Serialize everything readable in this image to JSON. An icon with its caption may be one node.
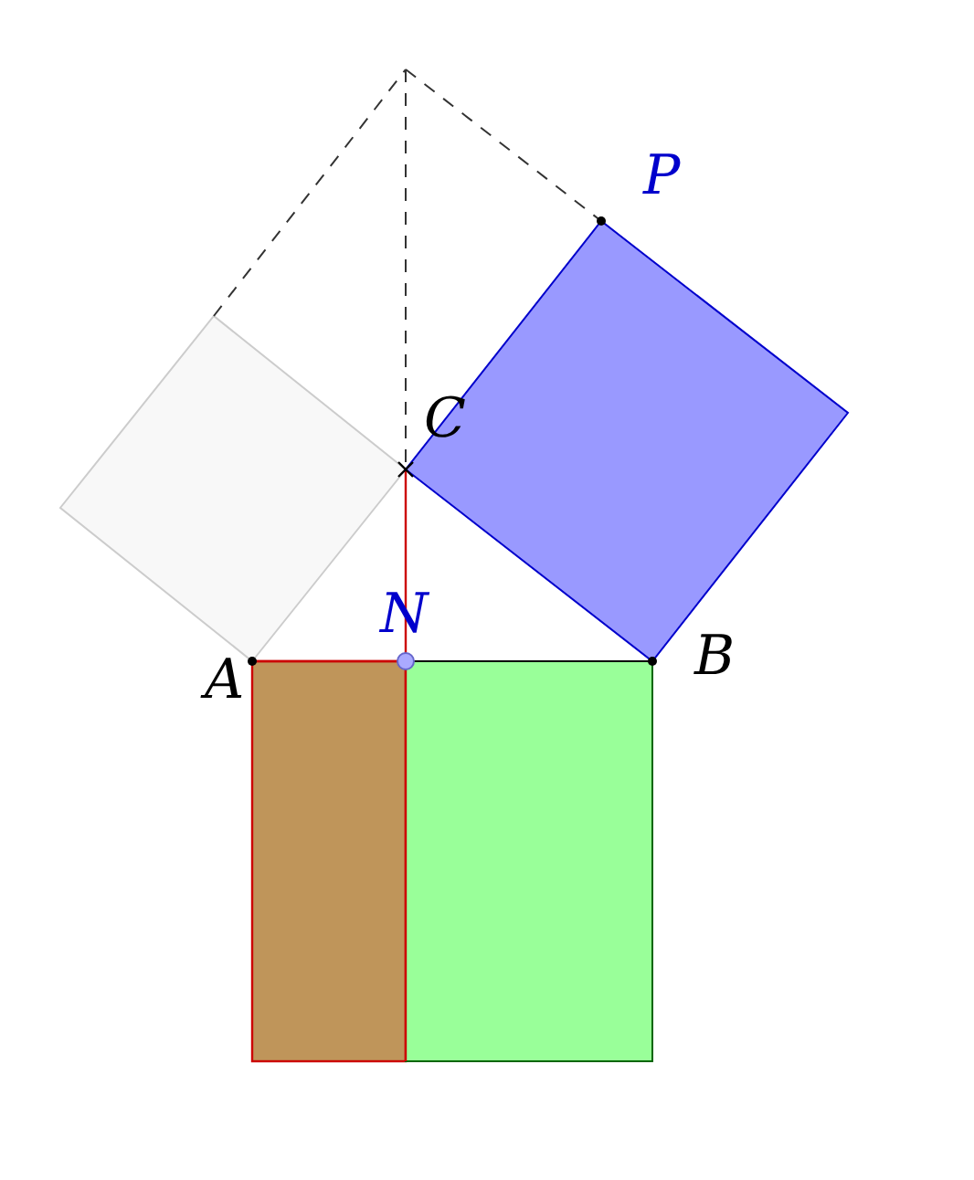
{
  "diagram": {
    "labels": [
      "P",
      "C",
      "N",
      "A",
      "B"
    ]
  }
}
